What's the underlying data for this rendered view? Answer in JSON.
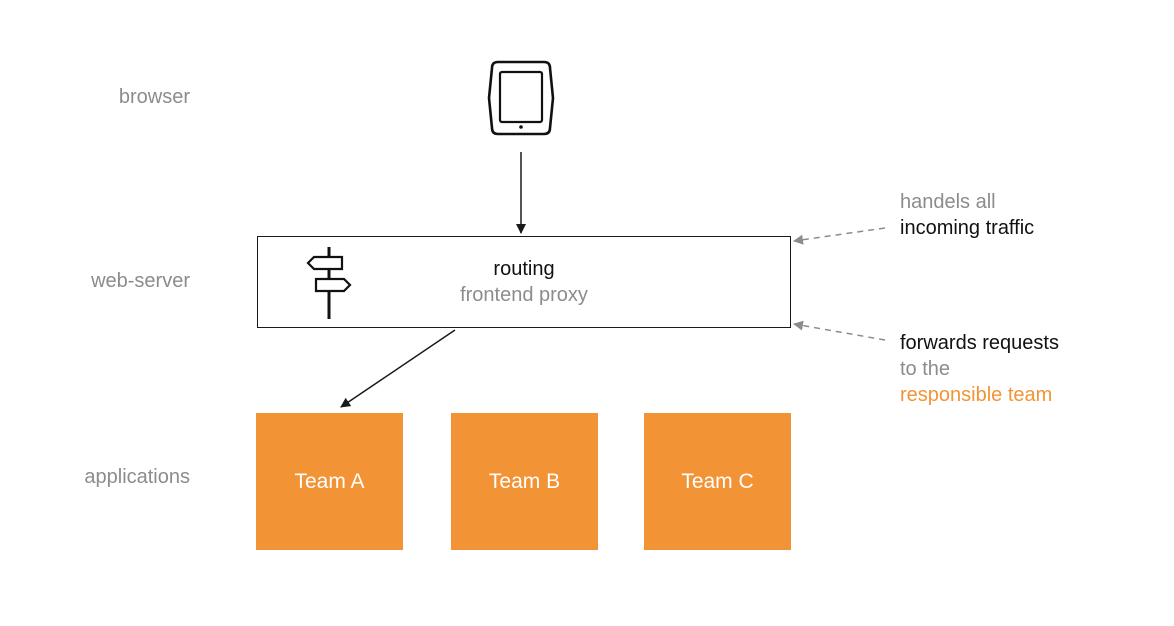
{
  "layers": {
    "browser": "browser",
    "web_server": "web-server",
    "applications": "applications"
  },
  "server": {
    "title": "routing",
    "subtitle": "frontend proxy",
    "icon": "signpost-icon"
  },
  "device_icon": "tablet-icon",
  "teams": [
    {
      "label": "Team A"
    },
    {
      "label": "Team B"
    },
    {
      "label": "Team C"
    }
  ],
  "notes": {
    "incoming": {
      "line1": "handels all",
      "line2": "incoming traffic"
    },
    "forwards": {
      "line1": "forwards requests",
      "line2": "to the",
      "line3": "responsible team"
    }
  },
  "colors": {
    "team_fill": "#f29436",
    "label_gray": "#8c8c8c",
    "line_dark": "#1a1a1a",
    "dashed_gray": "#8c8c8c",
    "highlight_orange": "#f29436"
  }
}
